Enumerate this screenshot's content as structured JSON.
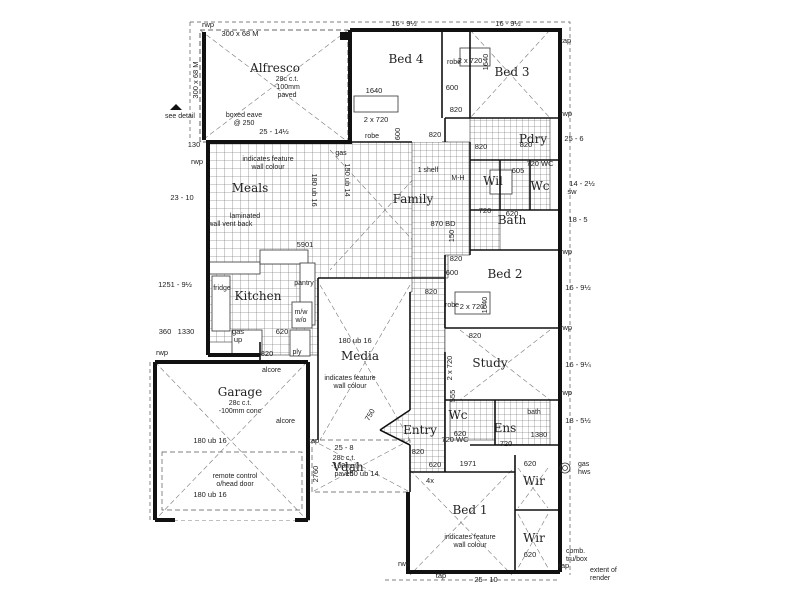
{
  "rooms": {
    "alfresco": "Alfresco",
    "bed4": "Bed 4",
    "bed3": "Bed 3",
    "meals": "Meals",
    "family": "Family",
    "kitchen": "Kitchen",
    "pdry": "Pdry",
    "wil": "Wil",
    "wc1": "Wc",
    "bath": "Bath",
    "bed2": "Bed 2",
    "study": "Study",
    "media": "Media",
    "garage": "Garage",
    "entry": "Entry",
    "vdah": "Vdah",
    "wc2": "Wc",
    "ens": "Ens",
    "bed1": "Bed 1",
    "wir1": "Wir",
    "wir2": "Wir"
  },
  "notes": {
    "alfresco_1": "28c c.t.",
    "alfresco_2": "-100mm",
    "alfresco_3": "paved",
    "boxed_eave_1": "boxed eave",
    "boxed_eave_2": "@ 250",
    "feature_wall_1a": "indicates feature",
    "feature_wall_1b": "wall colour",
    "feature_wall_2a": "indicates feature",
    "feature_wall_2b": "wall colour",
    "feature_wall_3a": "indicates feature",
    "feature_wall_3b": "wall colour",
    "laminated_1": "laminated",
    "laminated_2": "back",
    "wall_vent": "wall vent",
    "garage_1": "28c c.t.",
    "garage_2": "-100mm conc",
    "remote_1": "remote control",
    "remote_2": "o/head door",
    "vdah_1": "28c c.t.",
    "vdah_2": "-100mm",
    "vdah_3": "paved",
    "see_detail": "see detail",
    "alcore_1": "alcore",
    "alcore_2": "alcore",
    "gas_hws": "gas",
    "gas_hws2": "hws",
    "comb": "comb.",
    "trubox": "tru/box",
    "extent_1": "extent of",
    "extent_2": "render",
    "mw": "m/w",
    "wo": "w/o",
    "ply": "ply",
    "shelf": "1 shelf",
    "robe1": "robe",
    "robe2": "robe",
    "robe3": "robe",
    "mh": "M-H",
    "gas_top": "gas",
    "pantry": "pantry",
    "fridge": "fridge",
    "bath_small": "bath"
  },
  "dims": {
    "top_left_beam": "300 x 68 M",
    "side_beam": "300 x 68 M",
    "top_16_9a": "16 - 9½",
    "top_16_9b": "16 - 9½",
    "dim_25_14": "25 - 14½",
    "left_23_10": "23 - 10",
    "left_1251": "1251 - 9½",
    "right_25_6": "25 - 6",
    "right_14_2": "14 - 2½",
    "right_18_5": "18 - 5",
    "right_16_9c": "16 - 9½",
    "right_16_9d": "16 - 9¼",
    "right_18_5b": "18 - 5½",
    "bottom_25_10": "25 - 10",
    "vdah_dim": "25 - 8",
    "d1640a": "1640",
    "d1640b": "1640",
    "d1640c": "1640",
    "d2x720a": "2 x 720",
    "d2x720b": "2 x 720",
    "d2x720c": "2 x 720",
    "d2x720d": "2 x 720",
    "d820a": "820",
    "d820b": "820",
    "d820c": "820",
    "d820d": "820",
    "d820e": "820",
    "d820f": "820",
    "d820g": "820",
    "d820h": "820",
    "d820i": "820",
    "d600a": "600",
    "d600b": "600",
    "d600c": "600",
    "d620a": "620",
    "d620b": "620",
    "d620c": "620",
    "d620d": "620",
    "d620e": "620",
    "d620f": "620",
    "d720a": "720",
    "d720b": "720",
    "d720wc": "720 WC",
    "d720wc2": "720 WC",
    "d555": "555",
    "d605": "605",
    "d750": "750",
    "d1971": "1971",
    "d2760": "2760",
    "d360": "360",
    "d1330": "1330",
    "d130": "130",
    "d870": "870 BD",
    "d150a": "150",
    "d5901": "5901",
    "ub180a": "180 ub 16",
    "ub180b": "180 ub 16",
    "ub180c": "180 ub 16",
    "ub180d": "180 ub 16",
    "ub150": "150 ub 14",
    "ub150b": "150 ub 14",
    "d1380": "1380",
    "d4x": "4x"
  },
  "labels": {
    "rwp1": "rwp",
    "rwp2": "rwp",
    "rwp3": "rwp",
    "rwp4": "rwp",
    "rwp5": "rwp",
    "rwp6": "rwp",
    "rwp7": "rwp",
    "rwp8": "rwp",
    "tap1": "tap",
    "tap2": "tap",
    "tap3": "tap",
    "tap4": "tap",
    "gas_p": "gas",
    "gas_p2": "up",
    "sw": "sw"
  }
}
